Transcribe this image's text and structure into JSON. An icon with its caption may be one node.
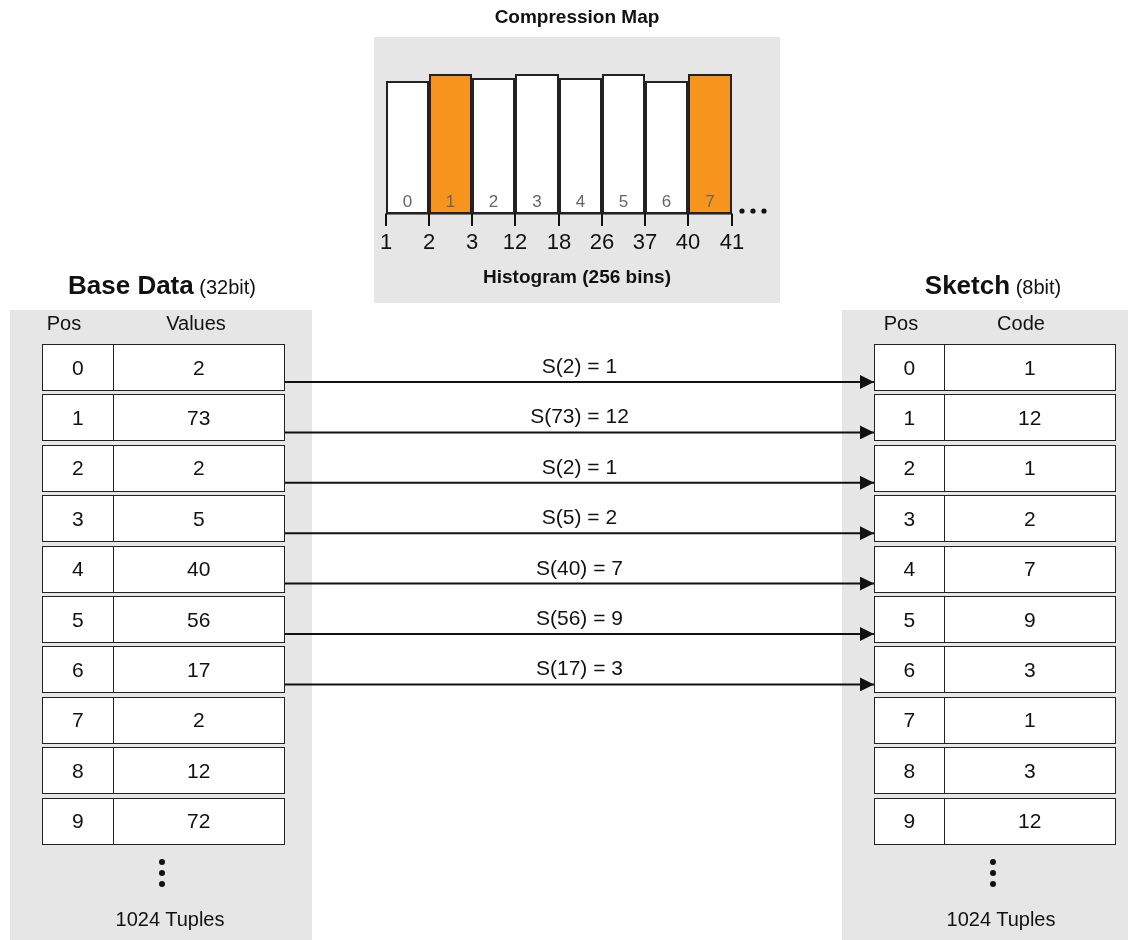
{
  "diagram": {
    "nodes": [
      {
        "text": [
          "Compression Map",
          "Histogram (256 bins)"
        ]
      },
      {
        "text": [
          "0"
        ],
        "in": 0
      },
      {
        "text": [
          "1"
        ],
        "in": 0
      },
      {
        "text": [
          "2"
        ],
        "in": 0
      },
      {
        "text": [
          "3"
        ],
        "in": 0
      },
      {
        "text": [
          "4"
        ],
        "in": 0
      },
      {
        "text": [
          "5"
        ],
        "in": 0
      },
      {
        "text": [
          "6"
        ],
        "in": 0
      },
      {
        "text": [
          "7"
        ],
        "in": 0
      },
      {
        "text": [
          "**Base Data** (32bit)",
          "Pos",
          "Values",
          "1024 Tuples"
        ]
      },
      {
        "text": [
          "0",
          "2"
        ],
        "in": 9
      },
      {
        "text": [
          "1",
          "73"
        ],
        "in": 9
      },
      {
        "text": [
          "2",
          "2"
        ],
        "in": 9
      },
      {
        "text": [
          "3",
          "5"
        ],
        "in": 9
      },
      {
        "text": [
          "4",
          "40"
        ],
        "in": 9
      },
      {
        "text": [
          "5",
          "56"
        ],
        "in": 9
      },
      {
        "text": [
          "6",
          "17"
        ],
        "in": 9
      },
      {
        "text": [
          "7",
          "2"
        ],
        "in": 9
      },
      {
        "text": [
          "8",
          "12"
        ],
        "in": 9
      },
      {
        "text": [
          "9",
          "72"
        ],
        "in": 9
      },
      {
        "text": [
          "**Sketch** (8bit)",
          "Pos",
          "Code",
          "1024 Tuples"
        ]
      },
      {
        "text": [
          "0",
          "1"
        ],
        "in": 20
      },
      {
        "text": [
          "1",
          "12"
        ],
        "in": 20
      },
      {
        "text": [
          "2",
          "1"
        ],
        "in": 20
      },
      {
        "text": [
          "3",
          "2"
        ],
        "in": 20
      },
      {
        "text": [
          "4",
          "7"
        ],
        "in": 20
      },
      {
        "text": [
          "5",
          "9"
        ],
        "in": 20
      },
      {
        "text": [
          "6",
          "3"
        ],
        "in": 20
      },
      {
        "text": [
          "7",
          "1"
        ],
        "in": 20
      },
      {
        "text": [
          "8",
          "3"
        ],
        "in": 20
      },
      {
        "text": [
          "9",
          "12"
        ],
        "in": 20
      }
    ],
    "edges": [
      {
        "from": 10,
        "to": 21,
        "arrow": "to",
        "label": "S(2) = 1"
      },
      {
        "from": 11,
        "to": 22,
        "arrow": "to",
        "label": "S(73) = 12"
      },
      {
        "from": 12,
        "to": 23,
        "arrow": "to",
        "label": "S(2) = 1"
      },
      {
        "from": 13,
        "to": 24,
        "arrow": "to",
        "label": "S(5) = 2"
      },
      {
        "from": 14,
        "to": 25,
        "arrow": "to",
        "label": "S(40) = 7"
      },
      {
        "from": 15,
        "to": 26,
        "arrow": "to",
        "label": "S(56) = 9"
      },
      {
        "from": 16,
        "to": 27,
        "arrow": "to",
        "label": "S(17) = 3"
      }
    ],
    "labels": [
      "1",
      "2",
      "3",
      "12",
      "18",
      "26",
      "37",
      "40",
      "41"
    ]
  }
}
